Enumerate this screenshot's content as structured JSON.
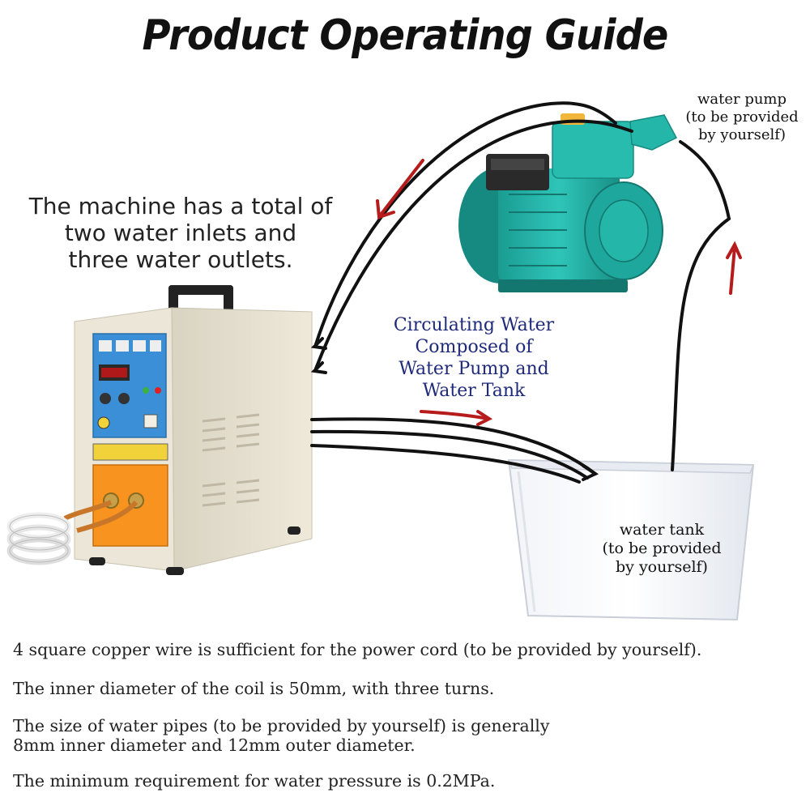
{
  "title": "Product Operating Guide",
  "intro": {
    "line1": "The machine has a total of",
    "line2": "two water inlets and",
    "line3": "three water outlets."
  },
  "circulation": {
    "line1": "Circulating Water",
    "line2": "Composed of",
    "line3": "Water Pump and",
    "line4": "Water Tank"
  },
  "pump_label": {
    "line1": "water pump",
    "line2": "(to be provided",
    "line3": "by yourself)"
  },
  "tank_label": {
    "line1": "water tank",
    "line2": "(to be provided",
    "line3": "by yourself)"
  },
  "notes": {
    "power": "4 square copper wire is sufficient for the power cord (to be provided by yourself).",
    "coil": "The inner diameter of the coil is 50mm, with three turns.",
    "pipes_line1": "The size of water pipes (to be provided by yourself) is generally",
    "pipes_line2": "8mm inner diameter and 12mm outer diameter.",
    "pressure": "The minimum requirement for water pressure is 0.2MPa."
  },
  "colors": {
    "arrow": "#b71c1c",
    "pump_body": "#23b3a8",
    "machine_body": "#ece7d8",
    "panel": "#3b8fd6",
    "orange_panel": "#f7931e",
    "circulation_text": "#1f2a7a"
  }
}
